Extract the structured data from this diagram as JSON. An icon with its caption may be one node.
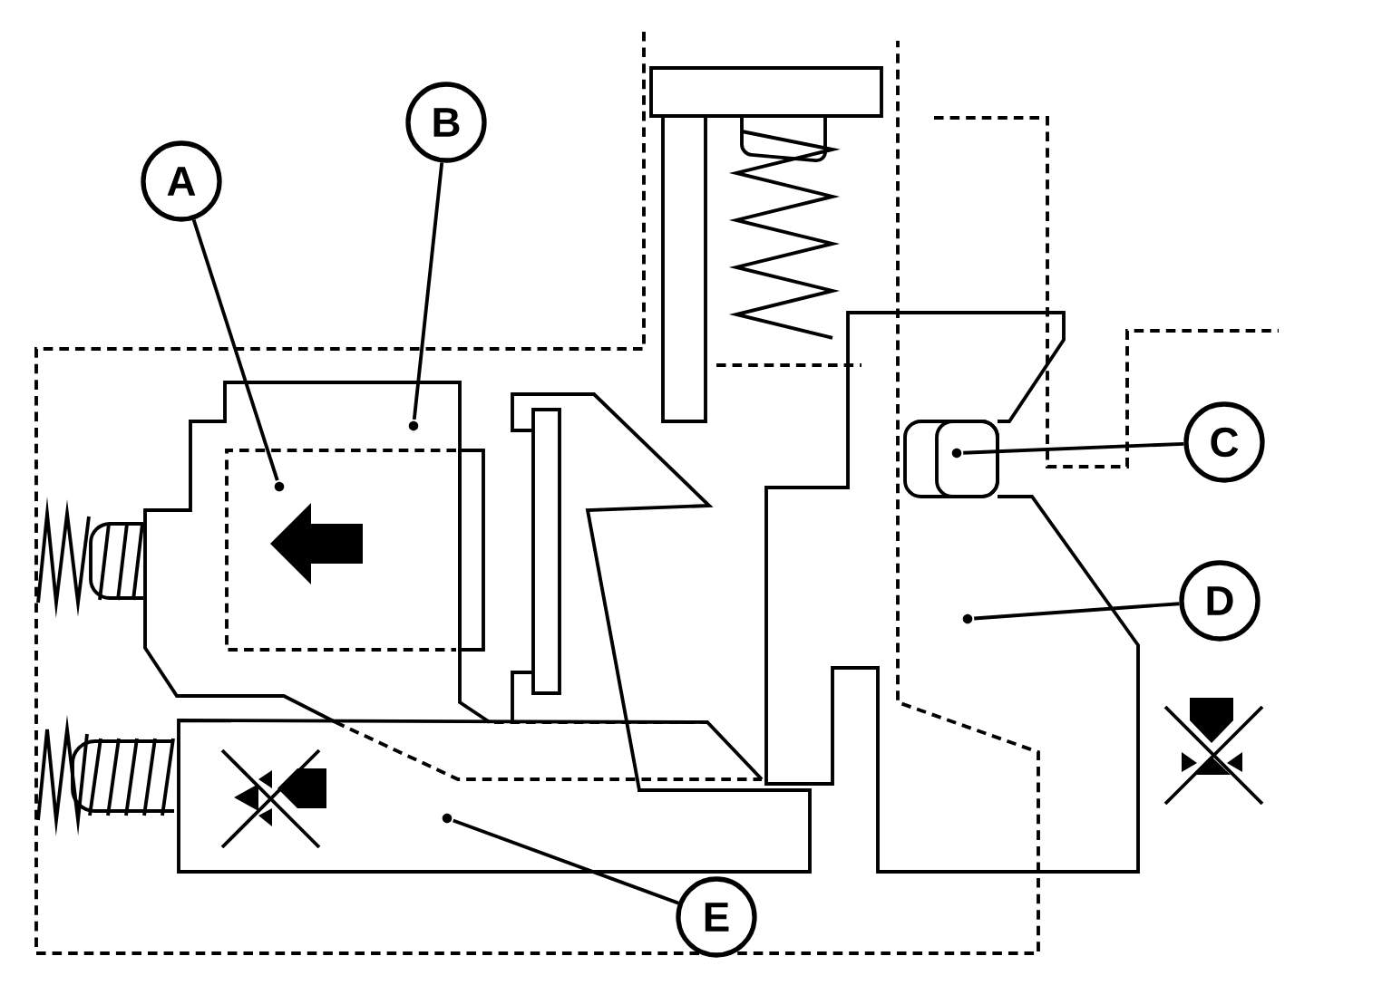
{
  "diagram": {
    "nodes": [
      {
        "text": [
          "A"
        ]
      },
      {
        "text": [
          "B"
        ]
      },
      {
        "text": [
          "C"
        ]
      },
      {
        "text": [
          "D"
        ]
      },
      {
        "text": [
          "E"
        ]
      },
      {
        "text": [],
        "shape": "circle"
      },
      {
        "text": [],
        "shape": "circle"
      },
      {
        "text": [],
        "shape": "circle"
      },
      {
        "text": [],
        "shape": "circle"
      },
      {
        "text": [],
        "shape": "circle"
      }
    ],
    "edges": [
      {
        "from": 0,
        "to": 5,
        "arrow": "none"
      },
      {
        "from": 1,
        "to": 6,
        "arrow": "none"
      },
      {
        "from": 2,
        "to": 7,
        "arrow": "none"
      },
      {
        "from": 3,
        "to": 8,
        "arrow": "none"
      },
      {
        "from": 4,
        "to": 9,
        "arrow": "none"
      }
    ]
  }
}
